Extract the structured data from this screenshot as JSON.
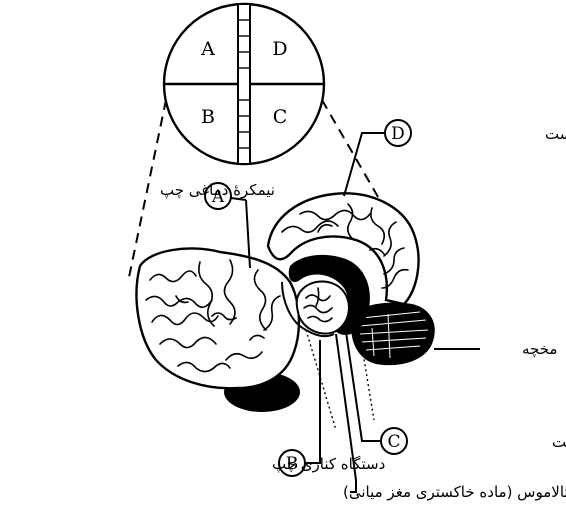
{
  "quadrants": {
    "top_left": "A",
    "top_right": "D",
    "bottom_left": "B",
    "bottom_right": "C"
  },
  "callouts": {
    "a": "A",
    "b": "B",
    "c": "C",
    "d": "D"
  },
  "labels": {
    "right_hemisphere": "نیمکرهٔ دماغی راست",
    "left_hemisphere": "نیمکرهٔ دماغی چپ",
    "cerebellum": "مخچه",
    "right_limbic": "دستگاه کناری راست",
    "left_limbic": "دستگاه کناری چپ",
    "thalamus": "تالاموس (ماده خاکستری مغز میانی)"
  },
  "colors": {
    "ink": "#000000",
    "background": "#ffffff"
  }
}
